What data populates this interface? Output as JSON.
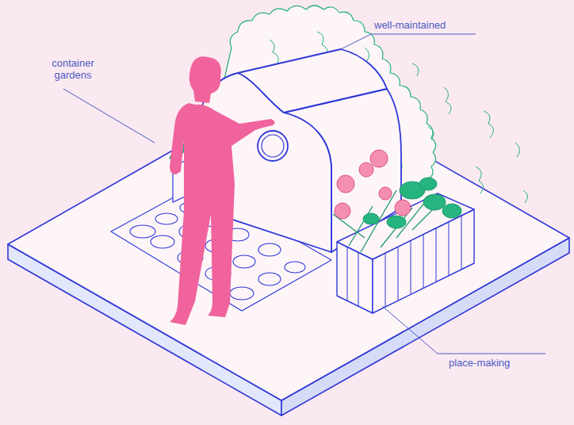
{
  "diagram": {
    "labels": [
      "container gardens",
      "well-maintained",
      "place-making"
    ]
  }
}
